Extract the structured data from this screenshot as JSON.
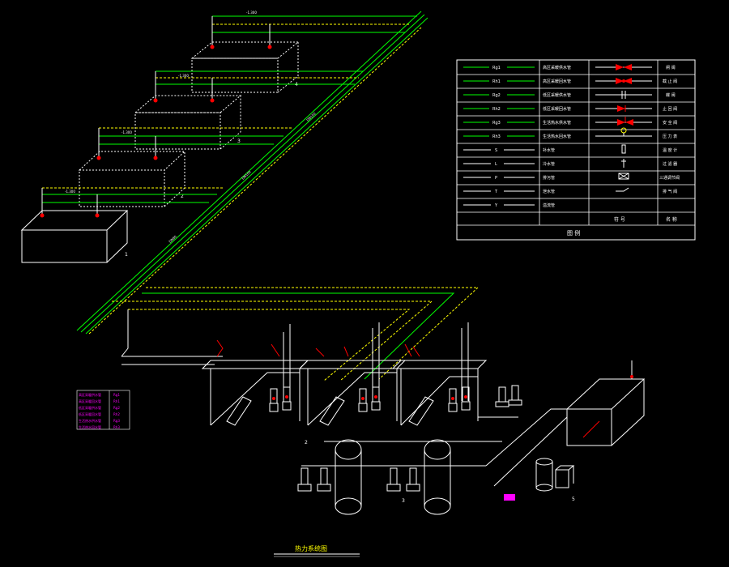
{
  "drawing": {
    "title": "热力系统图"
  },
  "colors": {
    "background": "#000000",
    "legend_frame": "#ffffff",
    "supply_pipe": "#00ff00",
    "return_pipe_dashed": "#ffff00",
    "equipment": "#ffffff",
    "valve_red": "#ff0000",
    "annotation_magenta": "#ff00ff",
    "label_yellow": "#ffff00"
  },
  "legend": {
    "heading": "图 例",
    "col_headers": {
      "symbol": "符 号",
      "name": "名 称"
    },
    "rows": [
      {
        "code": "Rg1",
        "desc": "高区采暖供水管",
        "name": "闸 阀",
        "symbol_icon": "gate-valve-icon"
      },
      {
        "code": "Rh1",
        "desc": "高区采暖回水管",
        "name": "截 止 阀",
        "symbol_icon": "globe-valve-icon"
      },
      {
        "code": "Rg2",
        "desc": "低区采暖供水管",
        "name": "蝶 阀",
        "symbol_icon": "butterfly-valve-icon"
      },
      {
        "code": "Rh2",
        "desc": "低区采暖回水管",
        "name": "止 回 阀",
        "symbol_icon": "check-valve-icon"
      },
      {
        "code": "Rg3",
        "desc": "生活热水供水管",
        "name": "安 全 阀",
        "symbol_icon": "safety-valve-icon"
      },
      {
        "code": "Rh3",
        "desc": "生活热水回水管",
        "name": "压 力 表",
        "symbol_icon": "pressure-gauge-icon"
      },
      {
        "code": "S",
        "desc": "补水管",
        "name": "温 度 计",
        "symbol_icon": "thermometer-icon"
      },
      {
        "code": "L",
        "desc": "冷水管",
        "name": "过 滤 器",
        "symbol_icon": "filter-icon"
      },
      {
        "code": "P",
        "desc": "排污管",
        "name": "三通调节阀",
        "symbol_icon": "three-way-valve-icon"
      },
      {
        "code": "T",
        "desc": "泄水管",
        "name": "排 气 阀",
        "symbol_icon": "air-vent-icon"
      },
      {
        "code": "Y",
        "desc": "溢流管",
        "name": "",
        "symbol_icon": ""
      }
    ]
  },
  "magenta_legend": [
    {
      "label": "高区采暖供水管",
      "code": "Rg1"
    },
    {
      "label": "高区采暖回水管",
      "code": "Rh1"
    },
    {
      "label": "低区采暖供水管",
      "code": "Rg2"
    },
    {
      "label": "低区采暖回水管",
      "code": "Rh2"
    },
    {
      "label": "生活热水供水管",
      "code": "Rg3"
    },
    {
      "label": "生活热水回水管",
      "code": "Rh3"
    }
  ],
  "tank_numbers": [
    "1",
    "2",
    "3",
    "4"
  ],
  "elevation_marks": [
    "-1.300",
    "-1.300",
    "-1.300",
    "-1.300"
  ],
  "pipe_labels": {
    "riser_main": "DN150",
    "branch_a": "DN100",
    "branch_b": "DN80"
  },
  "equipment_tags": [
    "2",
    "3",
    "5"
  ]
}
